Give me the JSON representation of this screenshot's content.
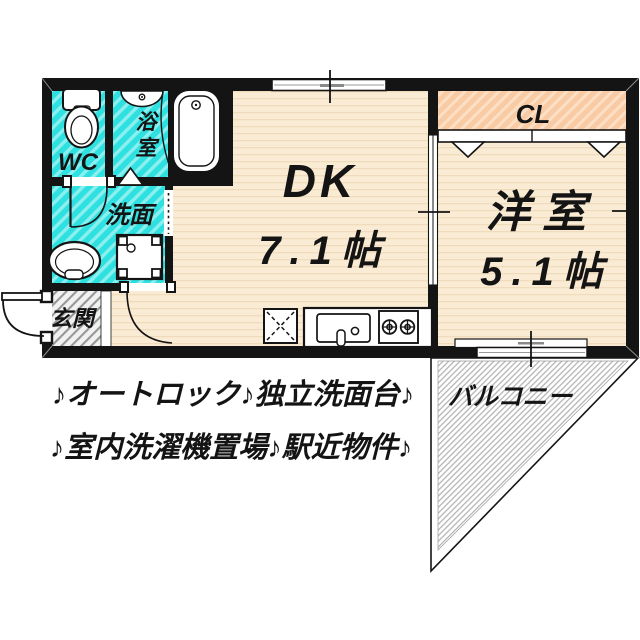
{
  "floor_plan": {
    "rooms": {
      "wc": {
        "label": "WC"
      },
      "bathroom": {
        "chars": [
          "浴",
          "室"
        ]
      },
      "washroom": {
        "label": "洗面"
      },
      "entrance": {
        "label": "玄関"
      },
      "dining_kitchen": {
        "name": "DK",
        "size": "7.1帖"
      },
      "western_room": {
        "name": "洋室",
        "size": "5.1帖"
      },
      "closet": {
        "label": "CL"
      },
      "balcony": {
        "label": "バルコニー"
      }
    },
    "features": {
      "line1": "♪オートロック♪独立洗面台♪",
      "line2": "♪室内洗濯機置場♪駅近物件♪"
    },
    "colors": {
      "wall": "#141414",
      "wet_area_floor": "#2FE0E0",
      "room_floor": "#FAECD4",
      "closet_floor": "#F9CBA4",
      "feature_text": "#E50011"
    }
  }
}
